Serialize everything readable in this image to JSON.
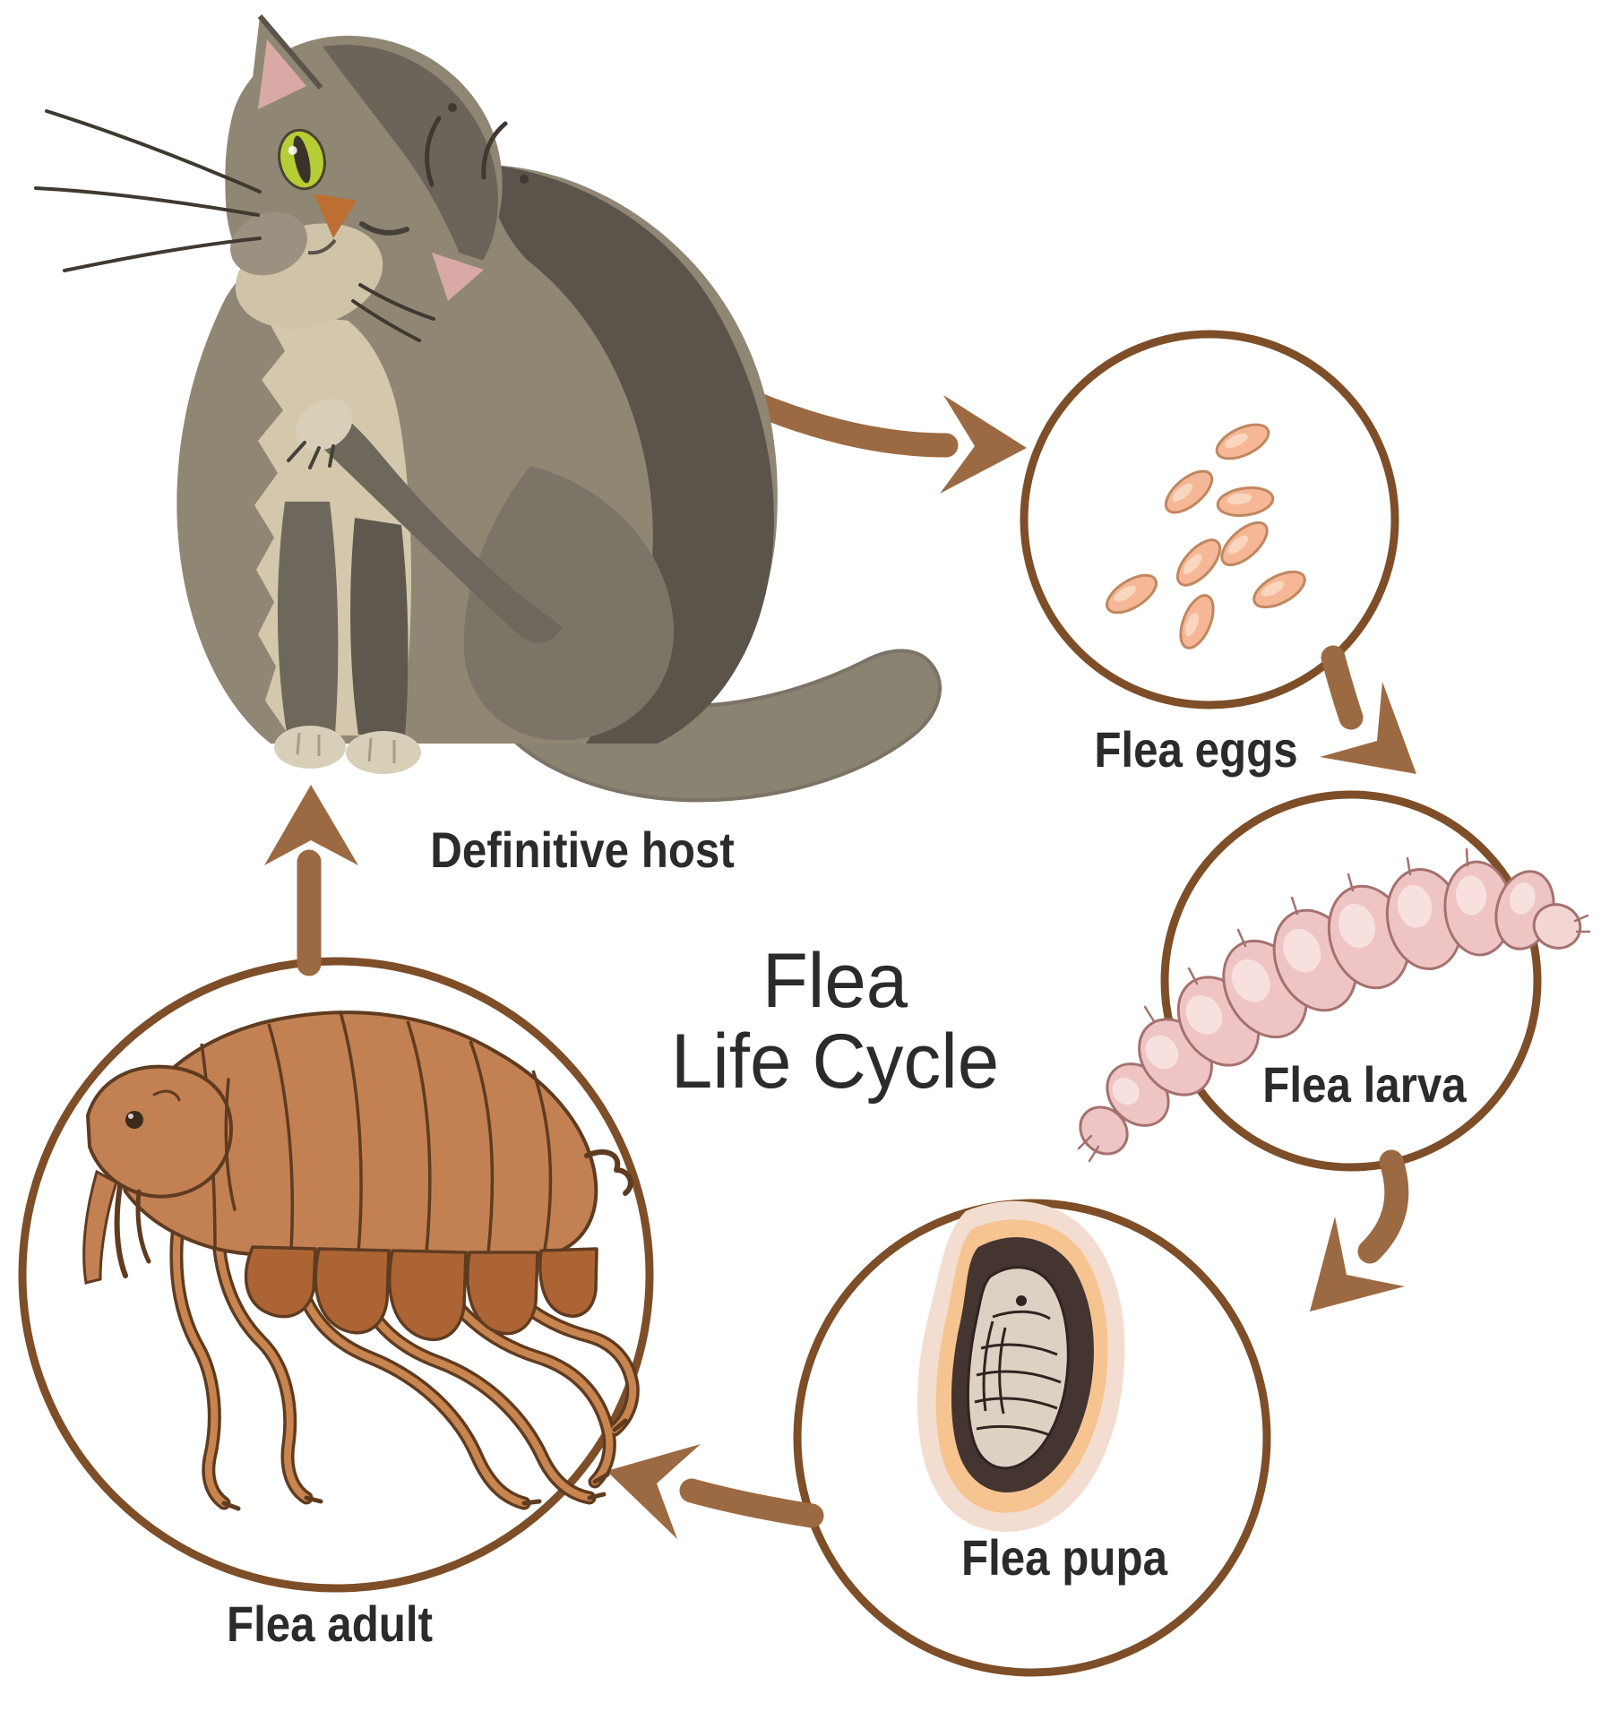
{
  "title": {
    "line1": "Flea",
    "line2": "Life Cycle"
  },
  "stages": [
    {
      "id": "definitive-host",
      "label": "Definitive host"
    },
    {
      "id": "flea-eggs",
      "label": "Flea eggs"
    },
    {
      "id": "flea-larva",
      "label": "Flea larva"
    },
    {
      "id": "flea-pupa",
      "label": "Flea pupa"
    },
    {
      "id": "flea-adult",
      "label": "Flea adult"
    }
  ],
  "colors": {
    "background": "#ffffff",
    "text": "#2b2b2b",
    "arrow": "#9c6a42",
    "circle_stroke": "#7d4e28",
    "egg_fill": "#f5b795",
    "egg_stroke": "#c08760",
    "larva_fill": "#eec5c4",
    "larva_stroke": "#a5716f",
    "pupa_glow": "#f3ddd0",
    "pupa_ring": "#f6c491",
    "pupa_cocoon": "#453530",
    "pupa_body": "#ddd1c3",
    "flea_body": "#c28053",
    "flea_plate": "#ad6434",
    "flea_outline": "#5f3b20",
    "cat_body": "#8f8774",
    "cat_dark": "#5b544b",
    "cat_cream": "#d3c8ac",
    "cat_pink": "#d9a9a5",
    "cat_nose": "#bd6f33",
    "cat_eye": "#b7cd35"
  }
}
